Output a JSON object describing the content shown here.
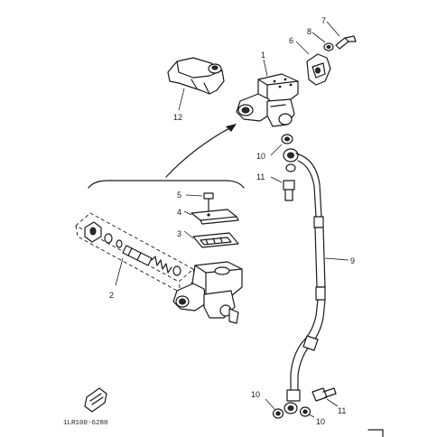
{
  "part_labels": {
    "p1": "1",
    "p2": "2",
    "p3": "3",
    "p4": "4",
    "p5": "5",
    "p6": "6",
    "p7": "7",
    "p8": "8",
    "p9": "9",
    "p10a": "10",
    "p10b": "10",
    "p10c": "10",
    "p11a": "11",
    "p11b": "11",
    "p12": "12"
  },
  "drawing_code": "1LR100-6280",
  "colors": {
    "ink": "#1a1a1a",
    "paper": "#ffffff"
  },
  "icons": {
    "forward_arrow": "fwd-arrow-icon"
  }
}
